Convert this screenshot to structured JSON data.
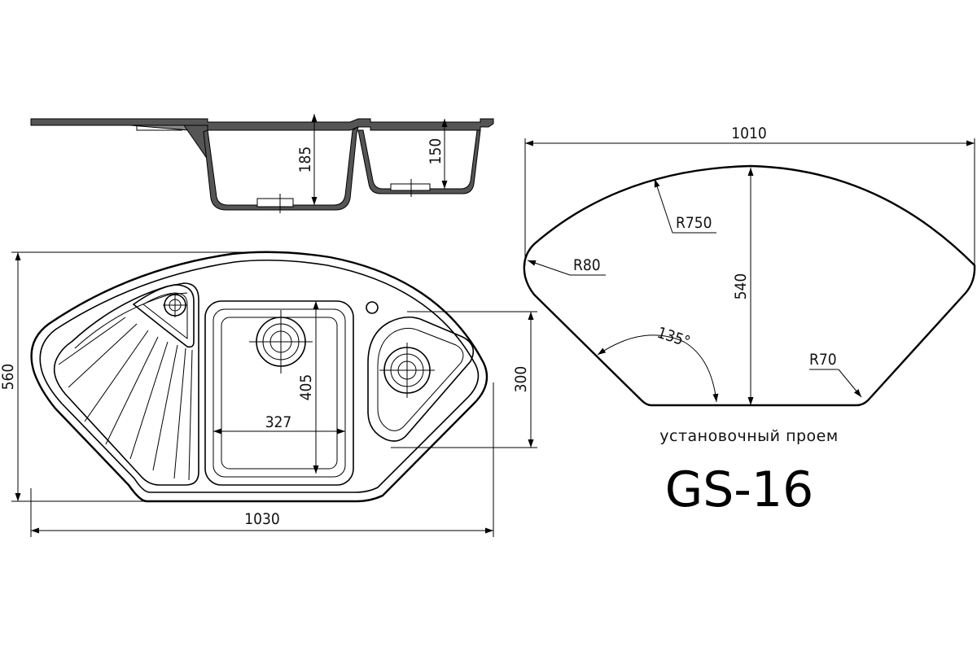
{
  "side_view": {
    "depth_main": "185",
    "depth_secondary": "150"
  },
  "top_view": {
    "overall_width": "1030",
    "overall_depth": "560",
    "bowl_width": "327",
    "bowl_depth": "405",
    "right_bowl_depth": "300"
  },
  "cutout": {
    "width": "1010",
    "depth": "540",
    "radius_large": "R750",
    "radius_left": "R80",
    "radius_right": "R70",
    "angle": "135°",
    "caption": "установочный проем"
  },
  "model": "GS-16"
}
